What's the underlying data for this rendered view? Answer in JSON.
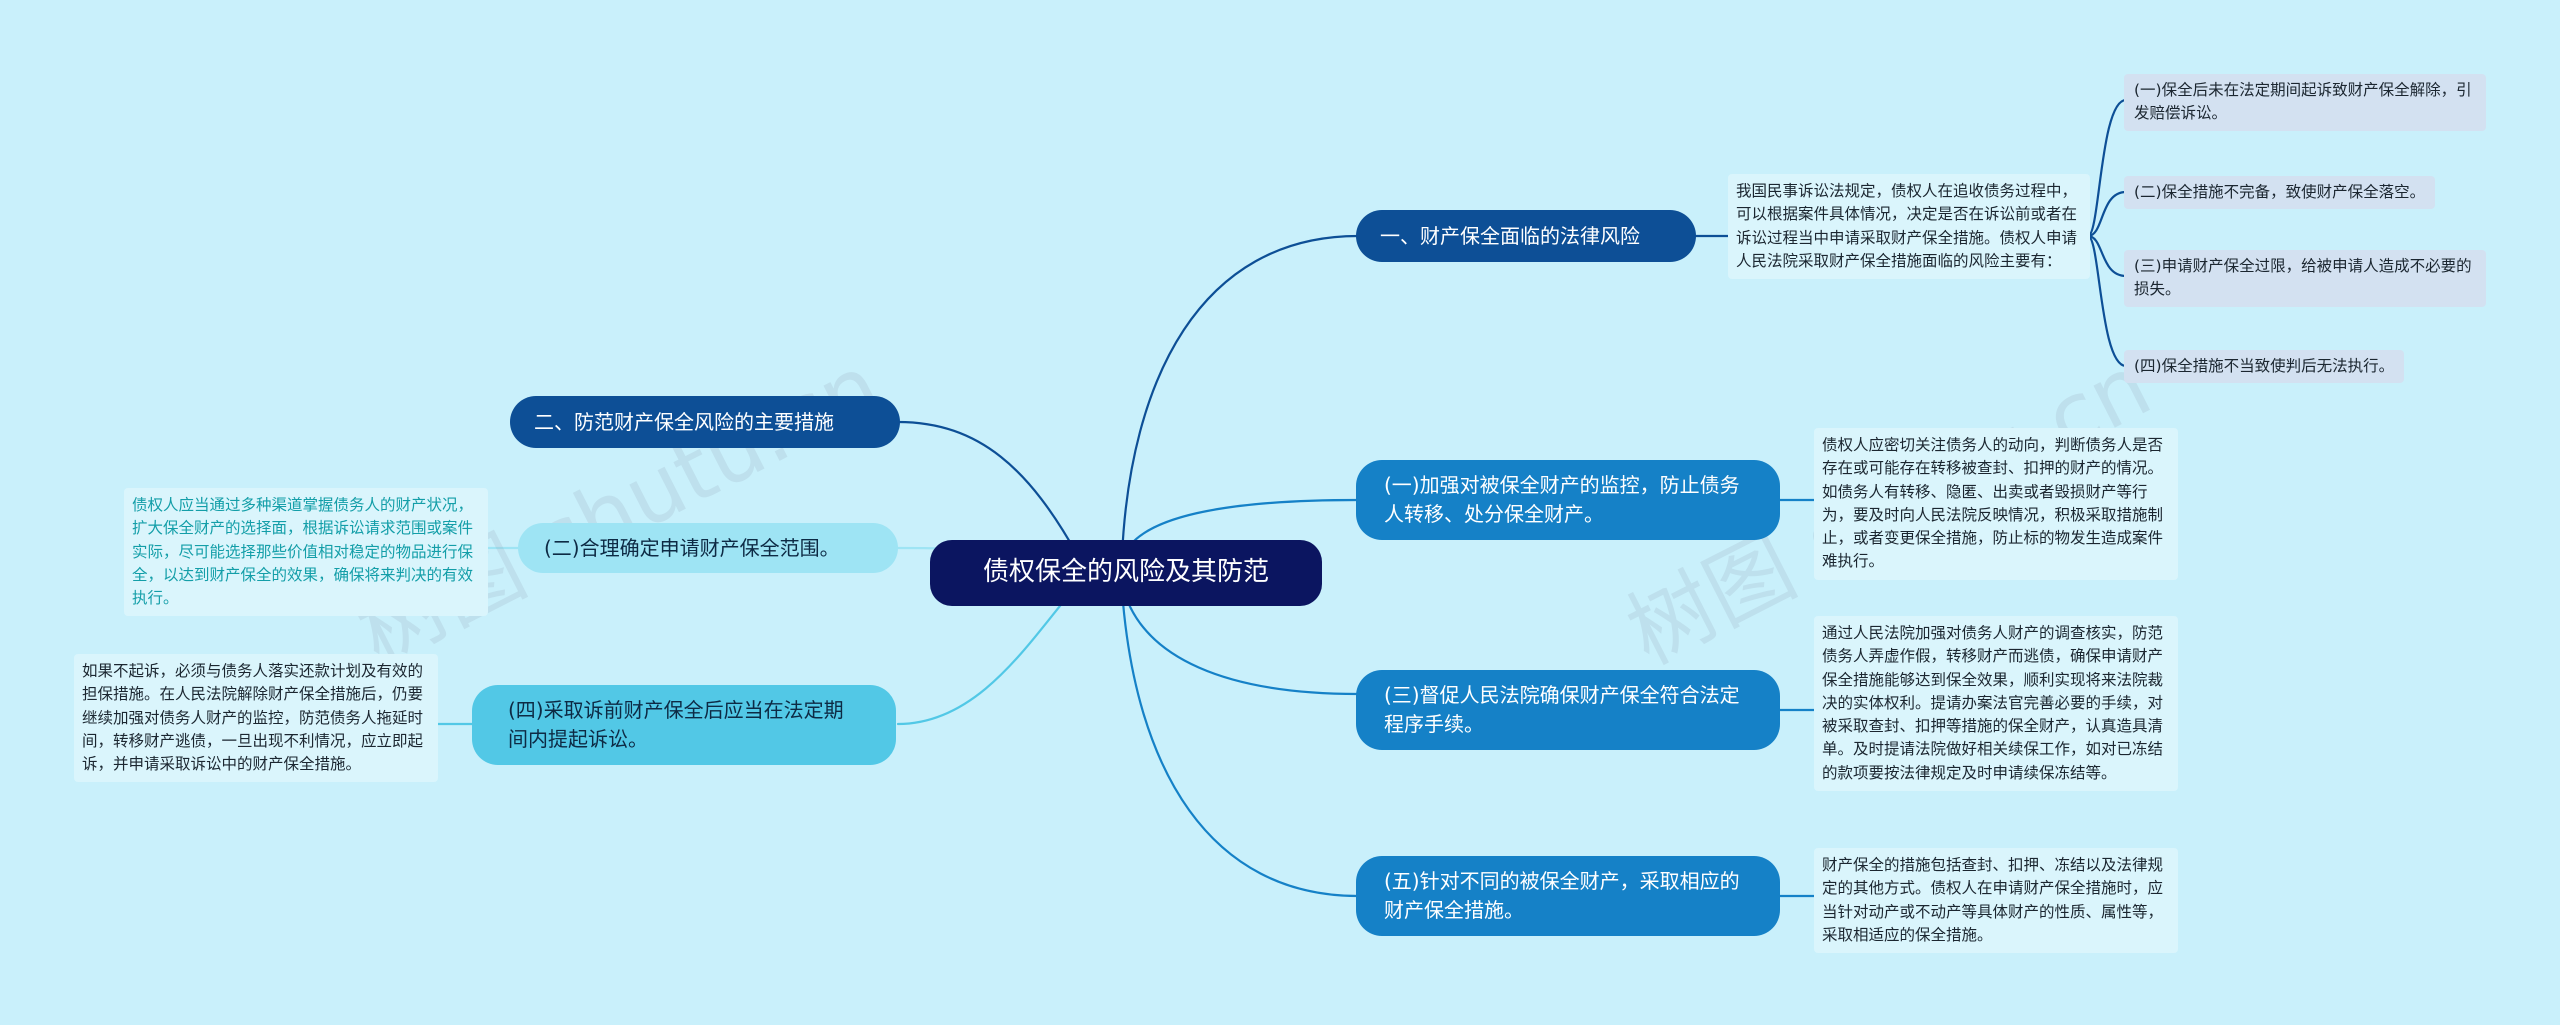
{
  "root": {
    "title": "债权保全的风险及其防范"
  },
  "branches": {
    "b1": {
      "title": "一、财产保全面临的法律风险",
      "desc": "我国民事诉讼法规定，债权人在追收债务过程中，可以根据案件具体情况，决定是否在诉讼前或者在诉讼过程当中申请采取财产保全措施。债权人申请人民法院采取财产保全措施面临的风险主要有："
    },
    "b2": {
      "title": "二、防范财产保全风险的主要措施"
    },
    "b3": {
      "title": "(二)合理确定申请财产保全范围。",
      "desc": "债权人应当通过多种渠道掌握债务人的财产状况，扩大保全财产的选择面，根据诉讼请求范围或案件实际，尽可能选择那些价值相对稳定的物品进行保全，以达到财产保全的效果，确保将来判决的有效执行。"
    },
    "b4": {
      "title": "(四)采取诉前财产保全后应当在法定期间内提起诉讼。",
      "desc": "如果不起诉，必须与债务人落实还款计划及有效的担保措施。在人民法院解除财产保全措施后，仍要继续加强对债务人财产的监控，防范债务人拖延时间，转移财产逃债，一旦出现不利情况，应立即起诉，并申请采取诉讼中的财产保全措施。"
    },
    "b5": {
      "title": "(一)加强对被保全财产的监控，防止债务人转移、处分保全财产。",
      "desc": "债权人应密切关注债务人的动向，判断债务人是否存在或可能存在转移被查封、扣押的财产的情况。如债务人有转移、隐匿、出卖或者毁损财产等行为，要及时向人民法院反映情况，积极采取措施制止，或者变更保全措施，防止标的物发生造成案件难执行。"
    },
    "b6": {
      "title": "(三)督促人民法院确保财产保全符合法定程序手续。",
      "desc": "通过人民法院加强对债务人财产的调查核实，防范债务人弄虚作假，转移财产而逃债，确保申请财产保全措施能够达到保全效果，顺利实现将来法院裁决的实体权利。提请办案法官完善必要的手续，对被采取查封、扣押等措施的保全财产，认真造具清单。及时提请法院做好相关续保工作，如对已冻结的款项要按法律规定及时申请续保冻结等。"
    },
    "b7": {
      "title": "(五)针对不同的被保全财产，采取相应的财产保全措施。",
      "desc": "财产保全的措施包括查封、扣押、冻结以及法律规定的其他方式。债权人在申请财产保全措施时，应当针对动产或不动产等具体财产的性质、属性等，采取相适应的保全措施。"
    }
  },
  "risks": [
    "(一)保全后未在法定期间起诉致财产保全解除，引发赔偿诉讼。",
    "(二)保全措施不完备，致使财产保全落空。",
    "(三)申请财产保全过限，给被申请人造成不必要的损失。",
    "(四)保全措施不当致使判后无法执行。"
  ],
  "watermark": [
    "树图 shutu.cn",
    "树图 shutu.cn"
  ],
  "colors": {
    "background": "#c9f0fb",
    "root": "#0b1560",
    "dark": "#0d4f96",
    "mid": "#1581c7",
    "light": "#52c8e6",
    "pale": "#9ee4f4"
  }
}
